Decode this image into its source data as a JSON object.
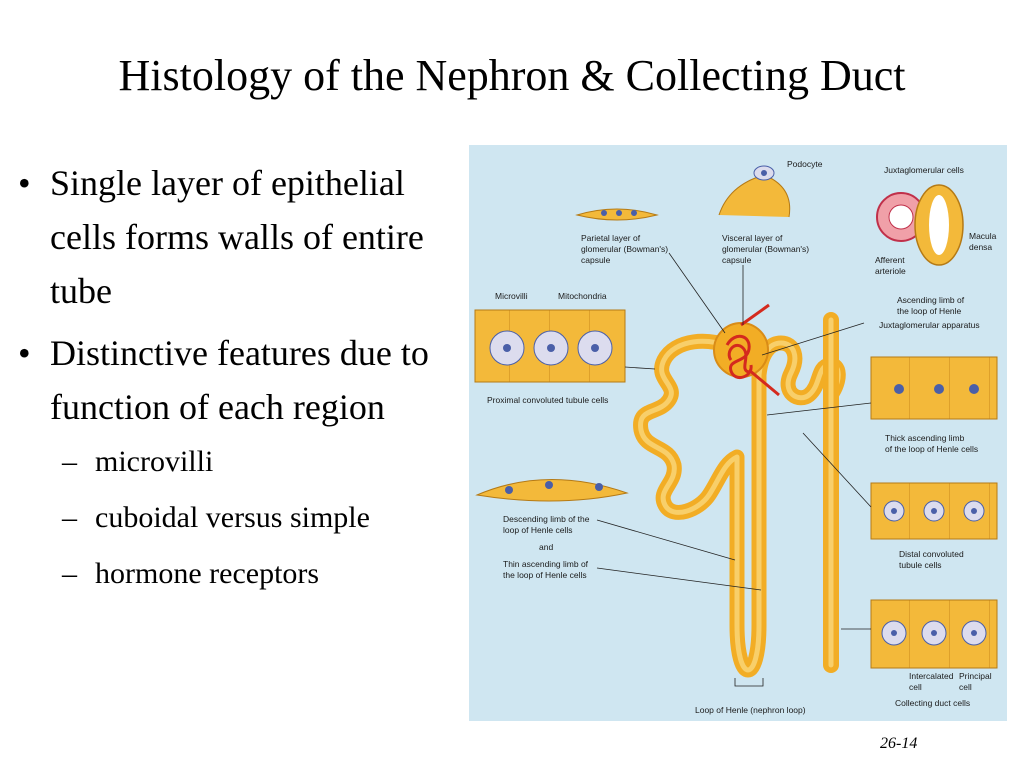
{
  "slide": {
    "title": "Histology of the Nephron & Collecting Duct",
    "number": "26-14"
  },
  "bullets": [
    {
      "text": "Single layer of epithelial cells forms walls of entire tube"
    },
    {
      "text": "Distinctive features due to function of each region",
      "subs": [
        "microvilli",
        "cuboidal versus simple",
        "hormone receptors"
      ]
    }
  ],
  "diagram": {
    "labels": {
      "podocyte": "Podocyte",
      "juxtaglomerular_cells": "Juxtaglomerular cells",
      "parietal_l1": "Parietal layer of",
      "parietal_l2": "glomerular (Bowman's)",
      "parietal_l3": "capsule",
      "visceral_l1": "Visceral layer of",
      "visceral_l2": "glomerular (Bowman's)",
      "visceral_l3": "capsule",
      "afferent_l1": "Afferent",
      "afferent_l2": "arteriole",
      "macula_l1": "Macula",
      "macula_l2": "densa",
      "microvilli": "Microvilli",
      "mitochondria": "Mitochondria",
      "asc_limb_l1": "Ascending limb of",
      "asc_limb_l2": "the loop of Henle",
      "jga": "Juxtaglomerular apparatus",
      "pct_cells": "Proximal convoluted tubule cells",
      "thick_l1": "Thick ascending limb",
      "thick_l2": "of the loop of Henle cells",
      "desc_l1": "Descending limb of the",
      "desc_l2": "loop of Henle cells",
      "and": "and",
      "thin_l1": "Thin ascending limb of",
      "thin_l2": "the loop of Henle cells",
      "dct_l1": "Distal convoluted",
      "dct_l2": "tubule cells",
      "intercalated_l1": "Intercalated",
      "intercalated_l2": "cell",
      "principal_l1": "Principal",
      "principal_l2": "cell",
      "loop_of_henle": "Loop of Henle (nephron loop)",
      "collecting_duct_cells": "Collecting duct cells"
    },
    "colors": {
      "background": "#cfe6f1",
      "tubule": "#f2ad25",
      "tubule_light": "#f8cf6a",
      "cell_fill": "#f3b93a",
      "nucleus": "#dcdcee",
      "nucleus_core": "#4a5fa8",
      "capillary": "#d42a1e",
      "leader": "#222222"
    }
  }
}
